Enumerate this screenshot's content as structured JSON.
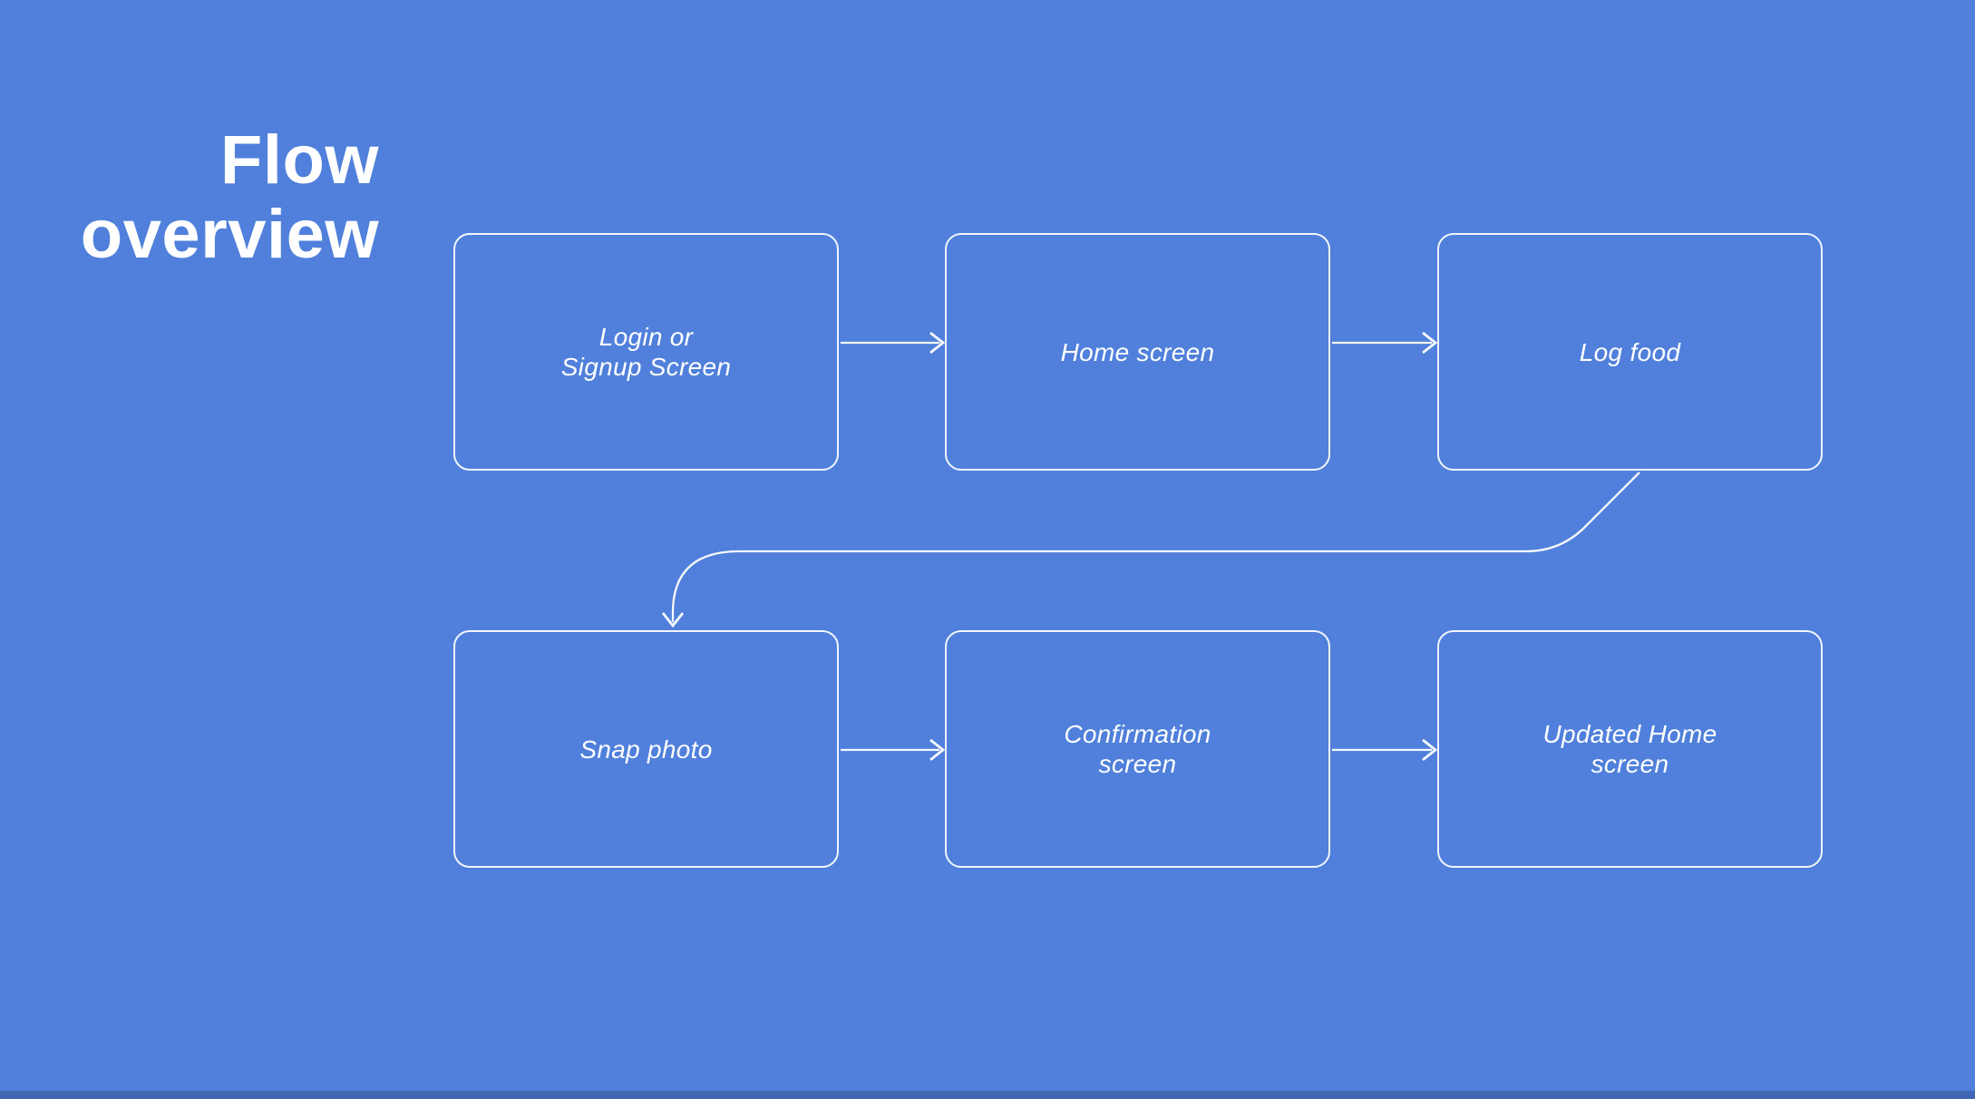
{
  "slide": {
    "title_lines": [
      "Flow",
      "overview"
    ],
    "colors": {
      "background": "#5080DB",
      "stroke_and_text": "#FFFFFF",
      "bottom_edge": "#4166B4"
    }
  },
  "flow": {
    "nodes": [
      {
        "id": "login-signup",
        "label": [
          "Login or",
          "Signup Screen"
        ]
      },
      {
        "id": "home",
        "label": [
          "Home screen"
        ]
      },
      {
        "id": "log-food",
        "label": [
          "Log food"
        ]
      },
      {
        "id": "snap-photo",
        "label": [
          "Snap photo"
        ]
      },
      {
        "id": "confirmation",
        "label": [
          "Confirmation",
          "screen"
        ]
      },
      {
        "id": "updated-home",
        "label": [
          "Updated Home",
          "screen"
        ]
      }
    ],
    "connections": [
      {
        "from": "login-signup",
        "to": "home"
      },
      {
        "from": "home",
        "to": "log-food"
      },
      {
        "from": "log-food",
        "to": "snap-photo"
      },
      {
        "from": "snap-photo",
        "to": "confirmation"
      },
      {
        "from": "confirmation",
        "to": "updated-home"
      }
    ]
  }
}
